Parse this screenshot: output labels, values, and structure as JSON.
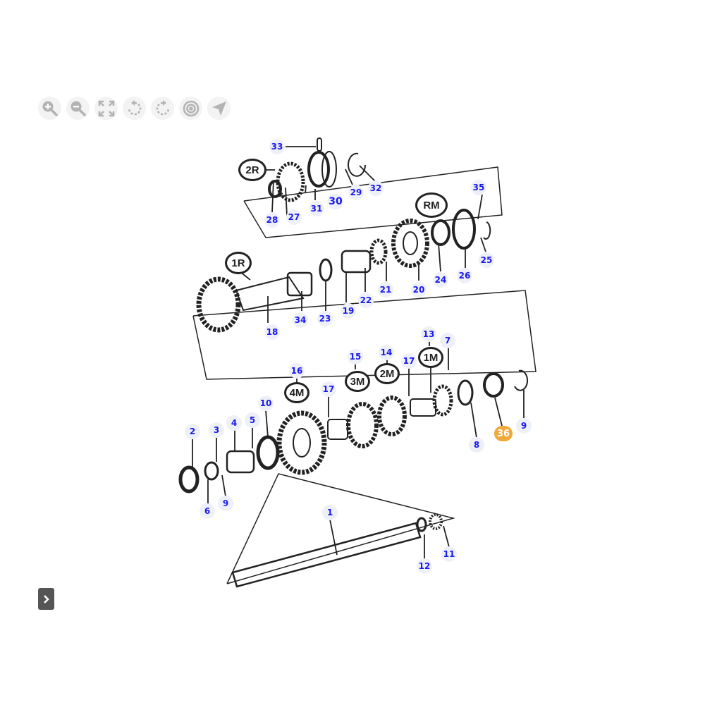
{
  "toolbar": {
    "buttons": [
      {
        "name": "zoom-in-icon"
      },
      {
        "name": "zoom-out-icon"
      },
      {
        "name": "fit-screen-icon"
      },
      {
        "name": "rotate-left-icon"
      },
      {
        "name": "rotate-right-icon"
      },
      {
        "name": "target-icon"
      },
      {
        "name": "locate-arrow-icon"
      }
    ]
  },
  "diagram": {
    "group_labels": {
      "r2": "2R",
      "rm": "RM",
      "r1": "1R",
      "m4": "4M",
      "m3": "3M",
      "m2": "2M",
      "m1": "1M"
    },
    "callouts": {
      "c33": "33",
      "c32": "32",
      "c29": "29",
      "c30": "30",
      "c31": "31",
      "c27": "27",
      "c28": "28",
      "c35": "35",
      "c25": "25",
      "c26": "26",
      "c24": "24",
      "c20": "20",
      "c21": "21",
      "c22": "22",
      "c19": "19",
      "c23": "23",
      "c34": "34",
      "c18": "18",
      "c13": "13",
      "c7": "7",
      "c14": "14",
      "c15": "15",
      "c16": "16",
      "c17a": "17",
      "c17b": "17",
      "c10": "10",
      "c5": "5",
      "c4": "4",
      "c3": "3",
      "c2": "2",
      "c8": "8",
      "c36": "36",
      "c9a": "9",
      "c9b": "9",
      "c6": "6",
      "c1": "1",
      "c12": "12",
      "c11": "11"
    },
    "selected_part": "36",
    "highlight_color": "#f0a93a",
    "callout_color": "#1a1aee"
  },
  "nav": {
    "next_icon": "chevron-right-icon"
  }
}
